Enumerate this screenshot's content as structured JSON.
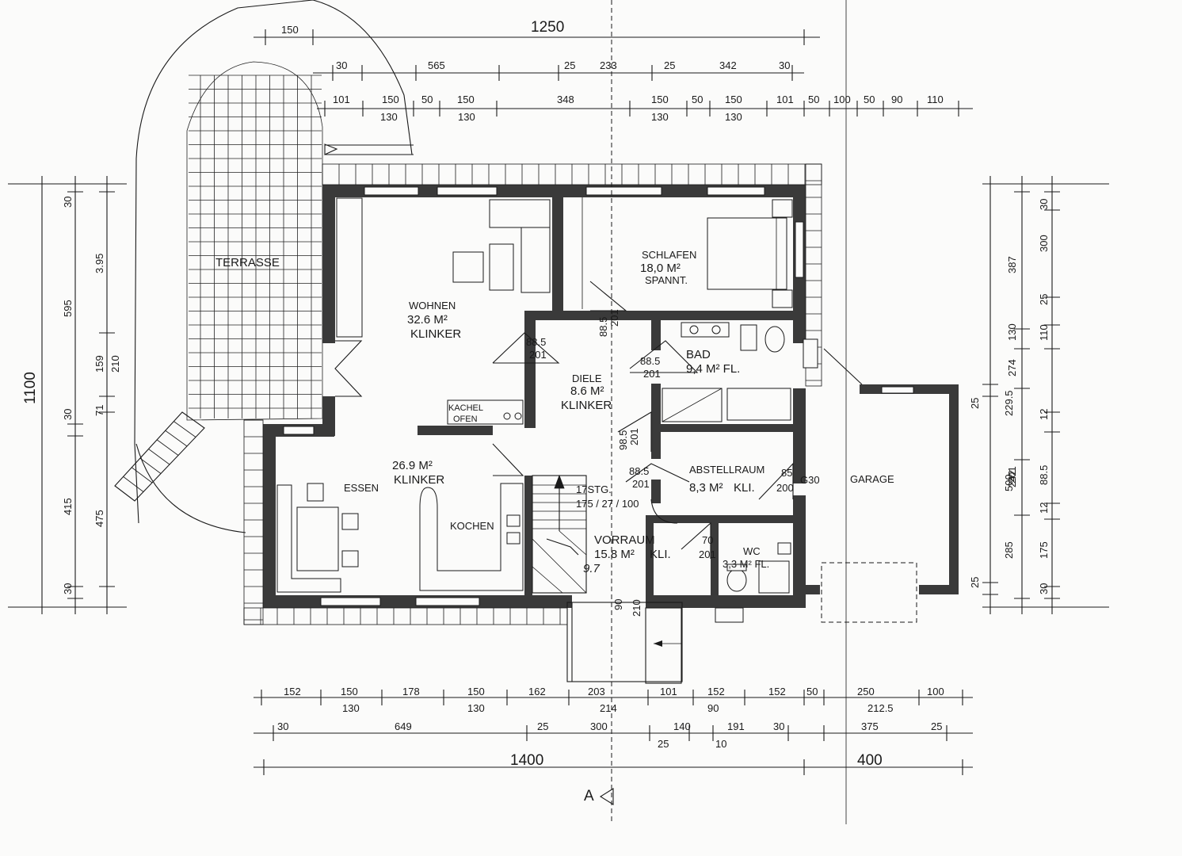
{
  "dimensions": {
    "top_total": "1250",
    "top_small": "150",
    "top_row1": [
      "30",
      "565",
      "25",
      "233",
      "25",
      "342",
      "30"
    ],
    "top_row2_upper": [
      "101",
      "150",
      "50",
      "150",
      "348",
      "150",
      "50",
      "150",
      "101",
      "50",
      "100",
      "50",
      "90",
      "110"
    ],
    "top_row2_lower": [
      "130",
      "130",
      "130",
      "130"
    ],
    "bottom_row1_upper": [
      "152",
      "150",
      "178",
      "150",
      "162",
      "203",
      "101",
      "152",
      "152",
      "50",
      "250",
      "100"
    ],
    "bottom_row1_lower": [
      "130",
      "130",
      "214",
      "90",
      "212.5"
    ],
    "bottom_row2": [
      "30",
      "649",
      "25",
      "300",
      "140",
      "191",
      "30",
      "375",
      "25"
    ],
    "bottom_row2_sub": [
      "25",
      "10"
    ],
    "bottom_total_left": "1400",
    "bottom_total_right": "400",
    "left_total": "1100",
    "left_col1": [
      "30",
      "595",
      "30",
      "415",
      "30"
    ],
    "left_col2": [
      "3.95",
      "159",
      "71",
      "475"
    ],
    "left_col3": [
      "210"
    ],
    "right_col1": [
      "30",
      "300",
      "25",
      "110",
      "12",
      "88.5",
      "12",
      "175",
      "30"
    ],
    "right_col2": [
      "387",
      "130",
      "274",
      "201",
      "242"
    ],
    "right_col3": [
      "229.5",
      "500",
      "285"
    ],
    "right_col4": [
      "25",
      "25"
    ]
  },
  "rooms": {
    "terrasse": "TERRASSE",
    "wohnen": {
      "name": "WOHNEN",
      "area": "32.6 M²",
      "floor": "KLINKER"
    },
    "schlafen": {
      "name": "SCHLAFEN",
      "area": "18,0 M²",
      "floor": "SPANNT."
    },
    "bad": {
      "name": "BAD",
      "area": "9,4 M² FL."
    },
    "diele": {
      "name": "DIELE",
      "area": "8.6 M²",
      "floor": "KLINKER"
    },
    "essen": {
      "name": "ESSEN",
      "area": "26.9 M²",
      "floor": "KLINKER"
    },
    "kochen": "KOCHEN",
    "kachelofen": [
      "KACHEL",
      "OFEN"
    ],
    "abstellraum": {
      "name": "ABSTELLRAUM",
      "area": "8,3 M²",
      "floor": "KLI."
    },
    "vorraum": {
      "name": "VORRAUM",
      "area": "15.8 M²",
      "floor": "KLI."
    },
    "wc": {
      "name": "WC",
      "area": "3,3 M² FL."
    },
    "garage": "GARAGE"
  },
  "doors": {
    "d1": [
      "88.5",
      "201"
    ],
    "d2": [
      "88.5",
      "201"
    ],
    "d3": [
      "88.5",
      "201"
    ],
    "d4": [
      "88.5",
      "201"
    ],
    "d5": [
      "98.5",
      "201"
    ],
    "d6": [
      "70",
      "201"
    ],
    "d7": [
      "85",
      "200"
    ],
    "g30": "G30",
    "entry": [
      "90",
      "210"
    ]
  },
  "stairs": {
    "label": "17STG.",
    "spec": "175 / 27 / 100",
    "handnote": "9.7"
  },
  "section": "A"
}
